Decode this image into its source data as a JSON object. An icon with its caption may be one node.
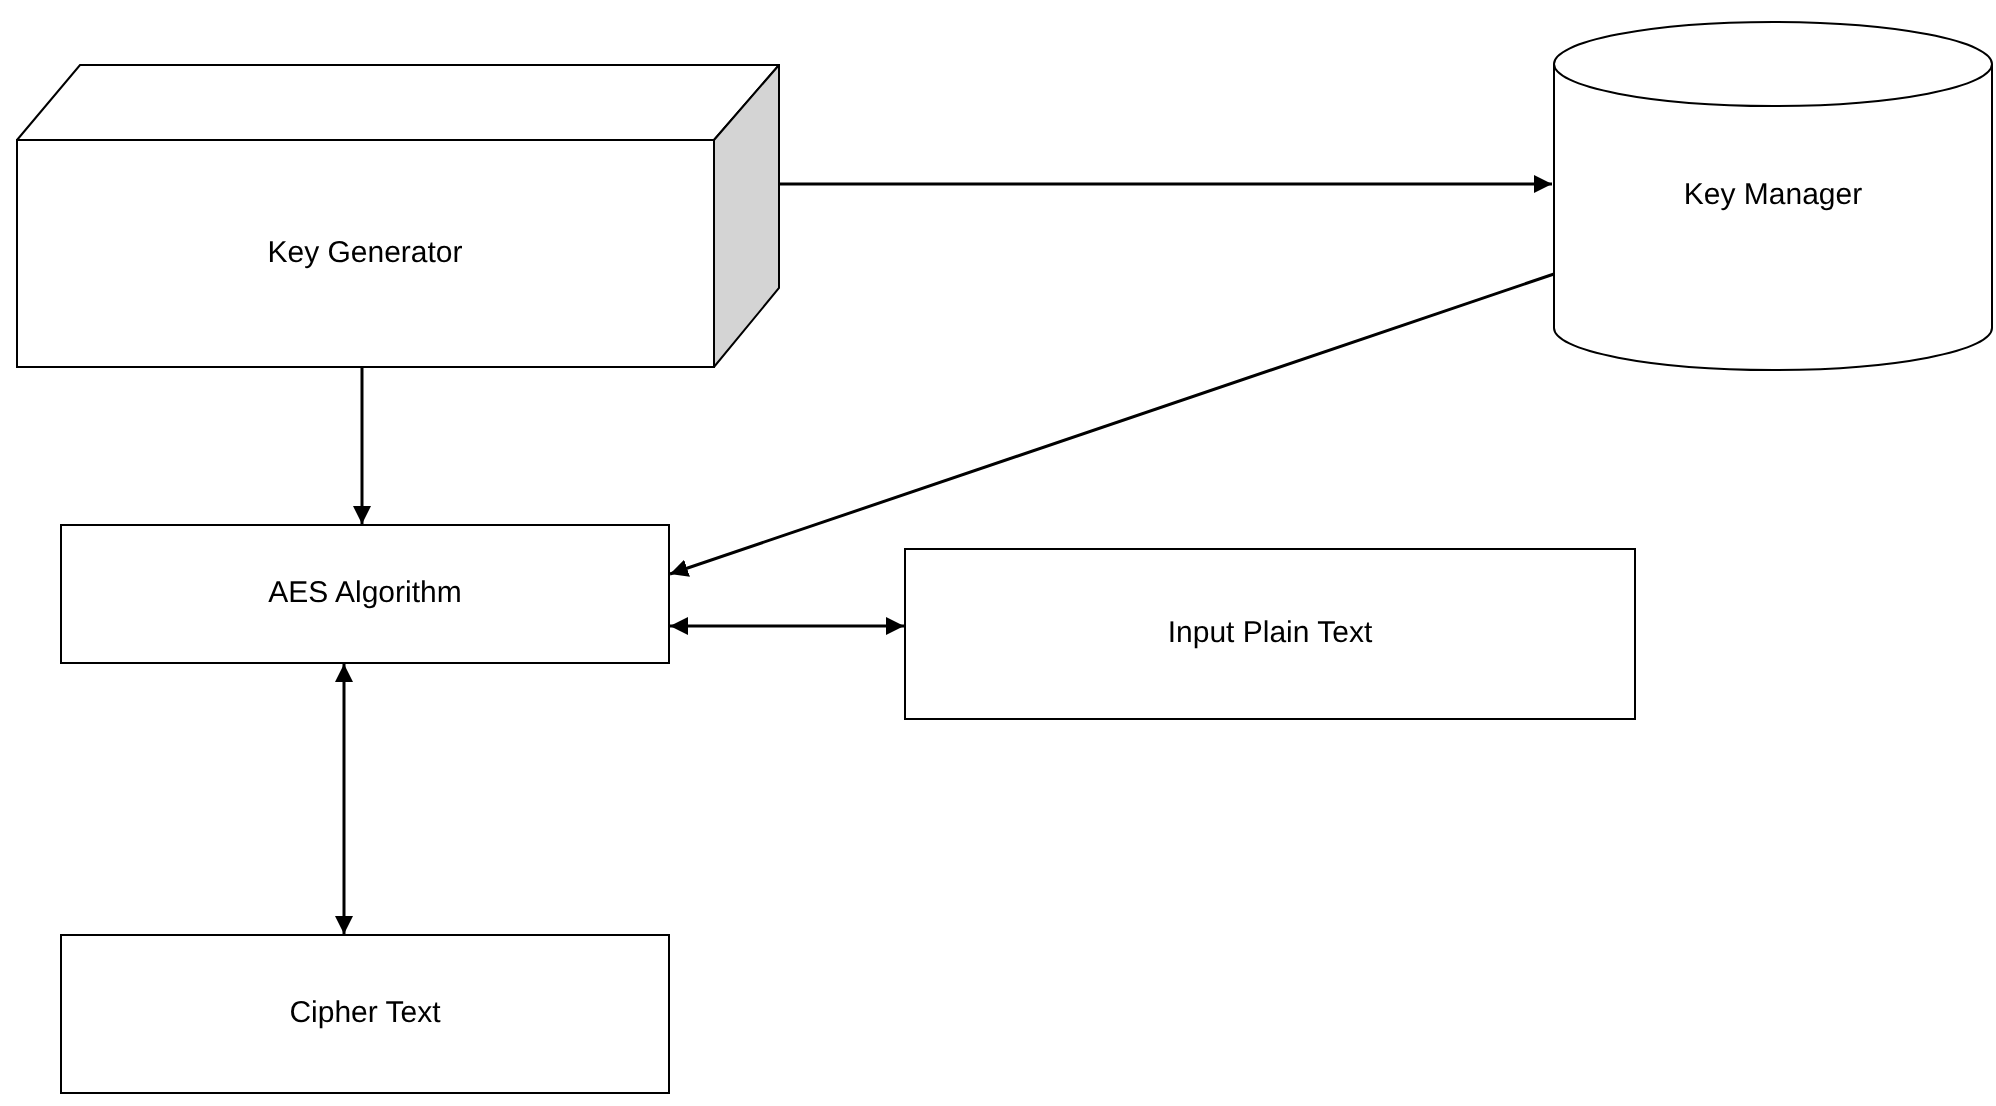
{
  "diagram": {
    "nodes": [
      {
        "text": [
          "Key Generator"
        ]
      },
      {
        "text": [
          "Key Manager"
        ]
      },
      {
        "text": [
          "AES Algorithm"
        ]
      },
      {
        "text": [
          "Input Plain Text"
        ]
      },
      {
        "text": [
          "Cipher Text"
        ]
      }
    ],
    "edges": [
      {
        "from": 0,
        "to": 1,
        "arrow": "to"
      },
      {
        "from": 0,
        "to": 2,
        "arrow": "to"
      },
      {
        "from": 1,
        "to": 2,
        "arrow": "to"
      },
      {
        "from": 2,
        "to": 3,
        "arrow": "both"
      },
      {
        "from": 2,
        "to": 4,
        "arrow": "both"
      }
    ]
  }
}
